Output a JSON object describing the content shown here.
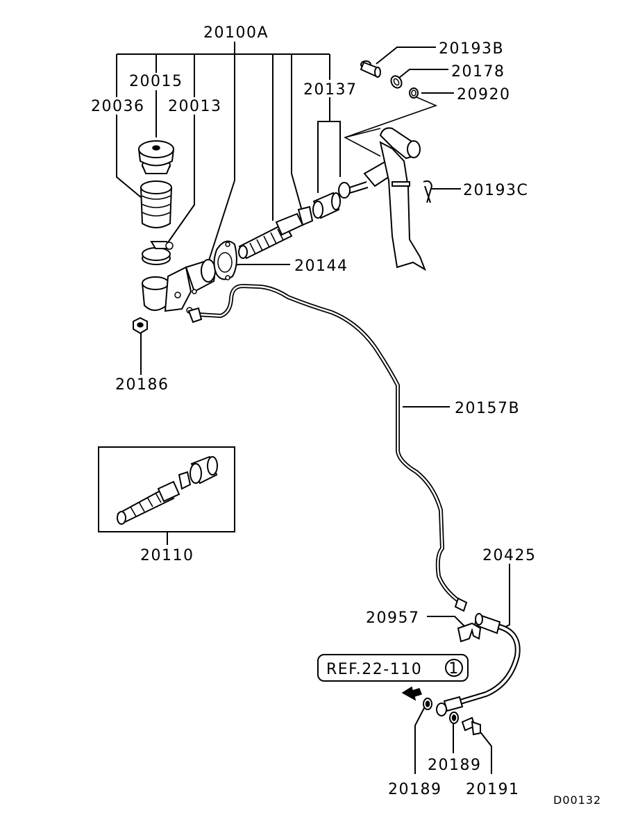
{
  "diagram": {
    "drawing_code": "D00132",
    "reference": {
      "text": "REF.22-110",
      "number": "1"
    },
    "parts": {
      "p20100A": "20100A",
      "p20015": "20015",
      "p20036": "20036",
      "p20013": "20013",
      "p20137": "20137",
      "p20193B": "20193B",
      "p20178": "20178",
      "p20920": "20920",
      "p20193C": "20193C",
      "p20144": "20144",
      "p20186": "20186",
      "p20157B": "20157B",
      "p20110": "20110",
      "p20425": "20425",
      "p20957": "20957",
      "p20189a": "20189",
      "p20189b": "20189",
      "p20191": "20191"
    }
  }
}
